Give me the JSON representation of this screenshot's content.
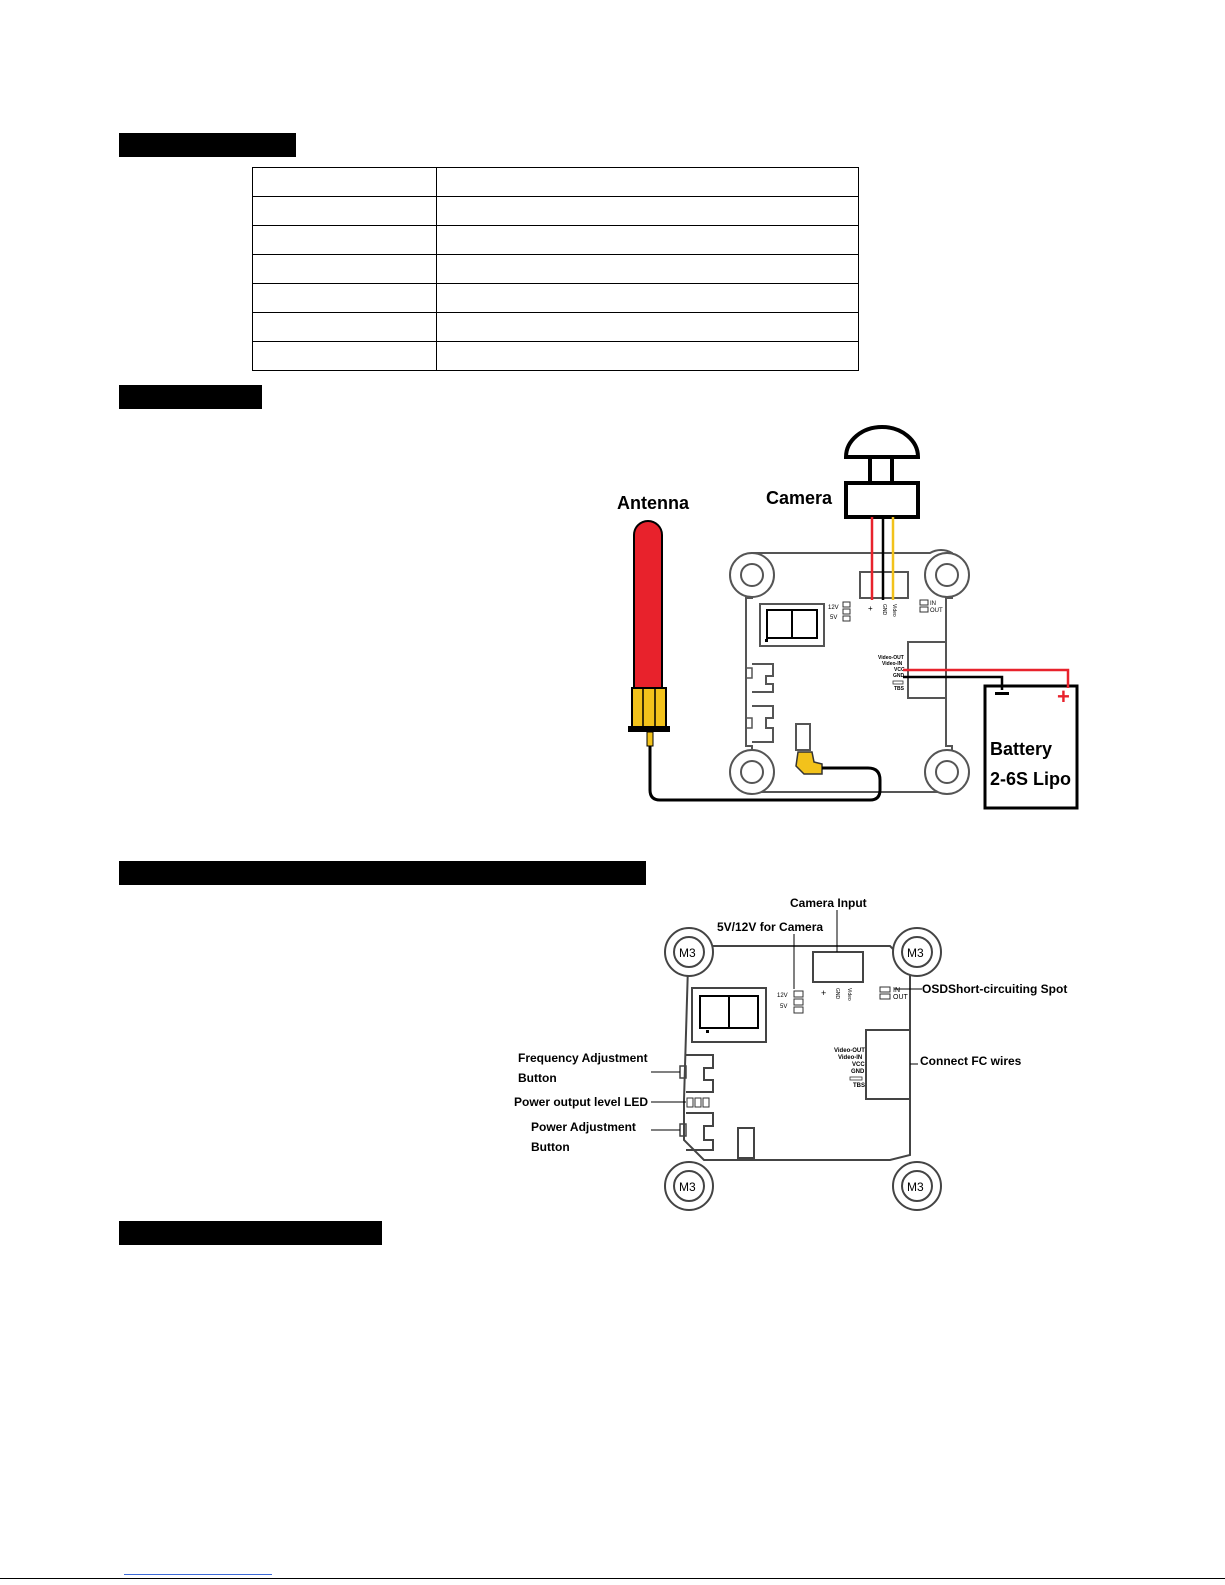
{
  "spec_table": {
    "rows": [
      [
        "",
        ""
      ],
      [
        "",
        ""
      ],
      [
        "",
        ""
      ],
      [
        "",
        ""
      ],
      [
        "",
        ""
      ],
      [
        "",
        ""
      ],
      [
        "",
        ""
      ]
    ]
  },
  "wiring": {
    "antenna_label": "Antenna",
    "camera_label": "Camera",
    "battery_label_1": "Battery",
    "battery_label_2": "2-6S Lipo",
    "pin_plus": "+",
    "pin_gnd": "GND",
    "pin_video": "Video",
    "v12": "12V",
    "v5": "5V",
    "in": "IN",
    "out": "OUT",
    "video_out": "Video-OUT",
    "video_in": "Video-IN",
    "vcc": "VCC",
    "gnd": "GND",
    "tbs": "TBS",
    "batt_minus": "−",
    "batt_plus": "+",
    "colors": {
      "red": "#e8222c",
      "yellow": "#f2c21b",
      "board": "#555555"
    }
  },
  "layout_diagram": {
    "camera_input": "Camera Input",
    "power_camera": "5V/12V for Camera",
    "osd_spot": "OSDShort-circuiting Spot",
    "fc_wires": "Connect FC wires",
    "freq_button_1": "Frequency Adjustment",
    "freq_button_2": "Button",
    "power_led": "Power output level LED",
    "power_button_1": "Power Adjustment",
    "power_button_2": "Button",
    "m3": "M3",
    "pin_plus": "+",
    "pin_gnd": "GND",
    "pin_video": "Video",
    "v12": "12V",
    "v5": "5V",
    "in": "IN",
    "out": "OUT",
    "video_out": "Video-OUT",
    "video_in": "Video-IN",
    "vcc": "VCC",
    "gnd": "GND",
    "tbs": "TBS"
  }
}
